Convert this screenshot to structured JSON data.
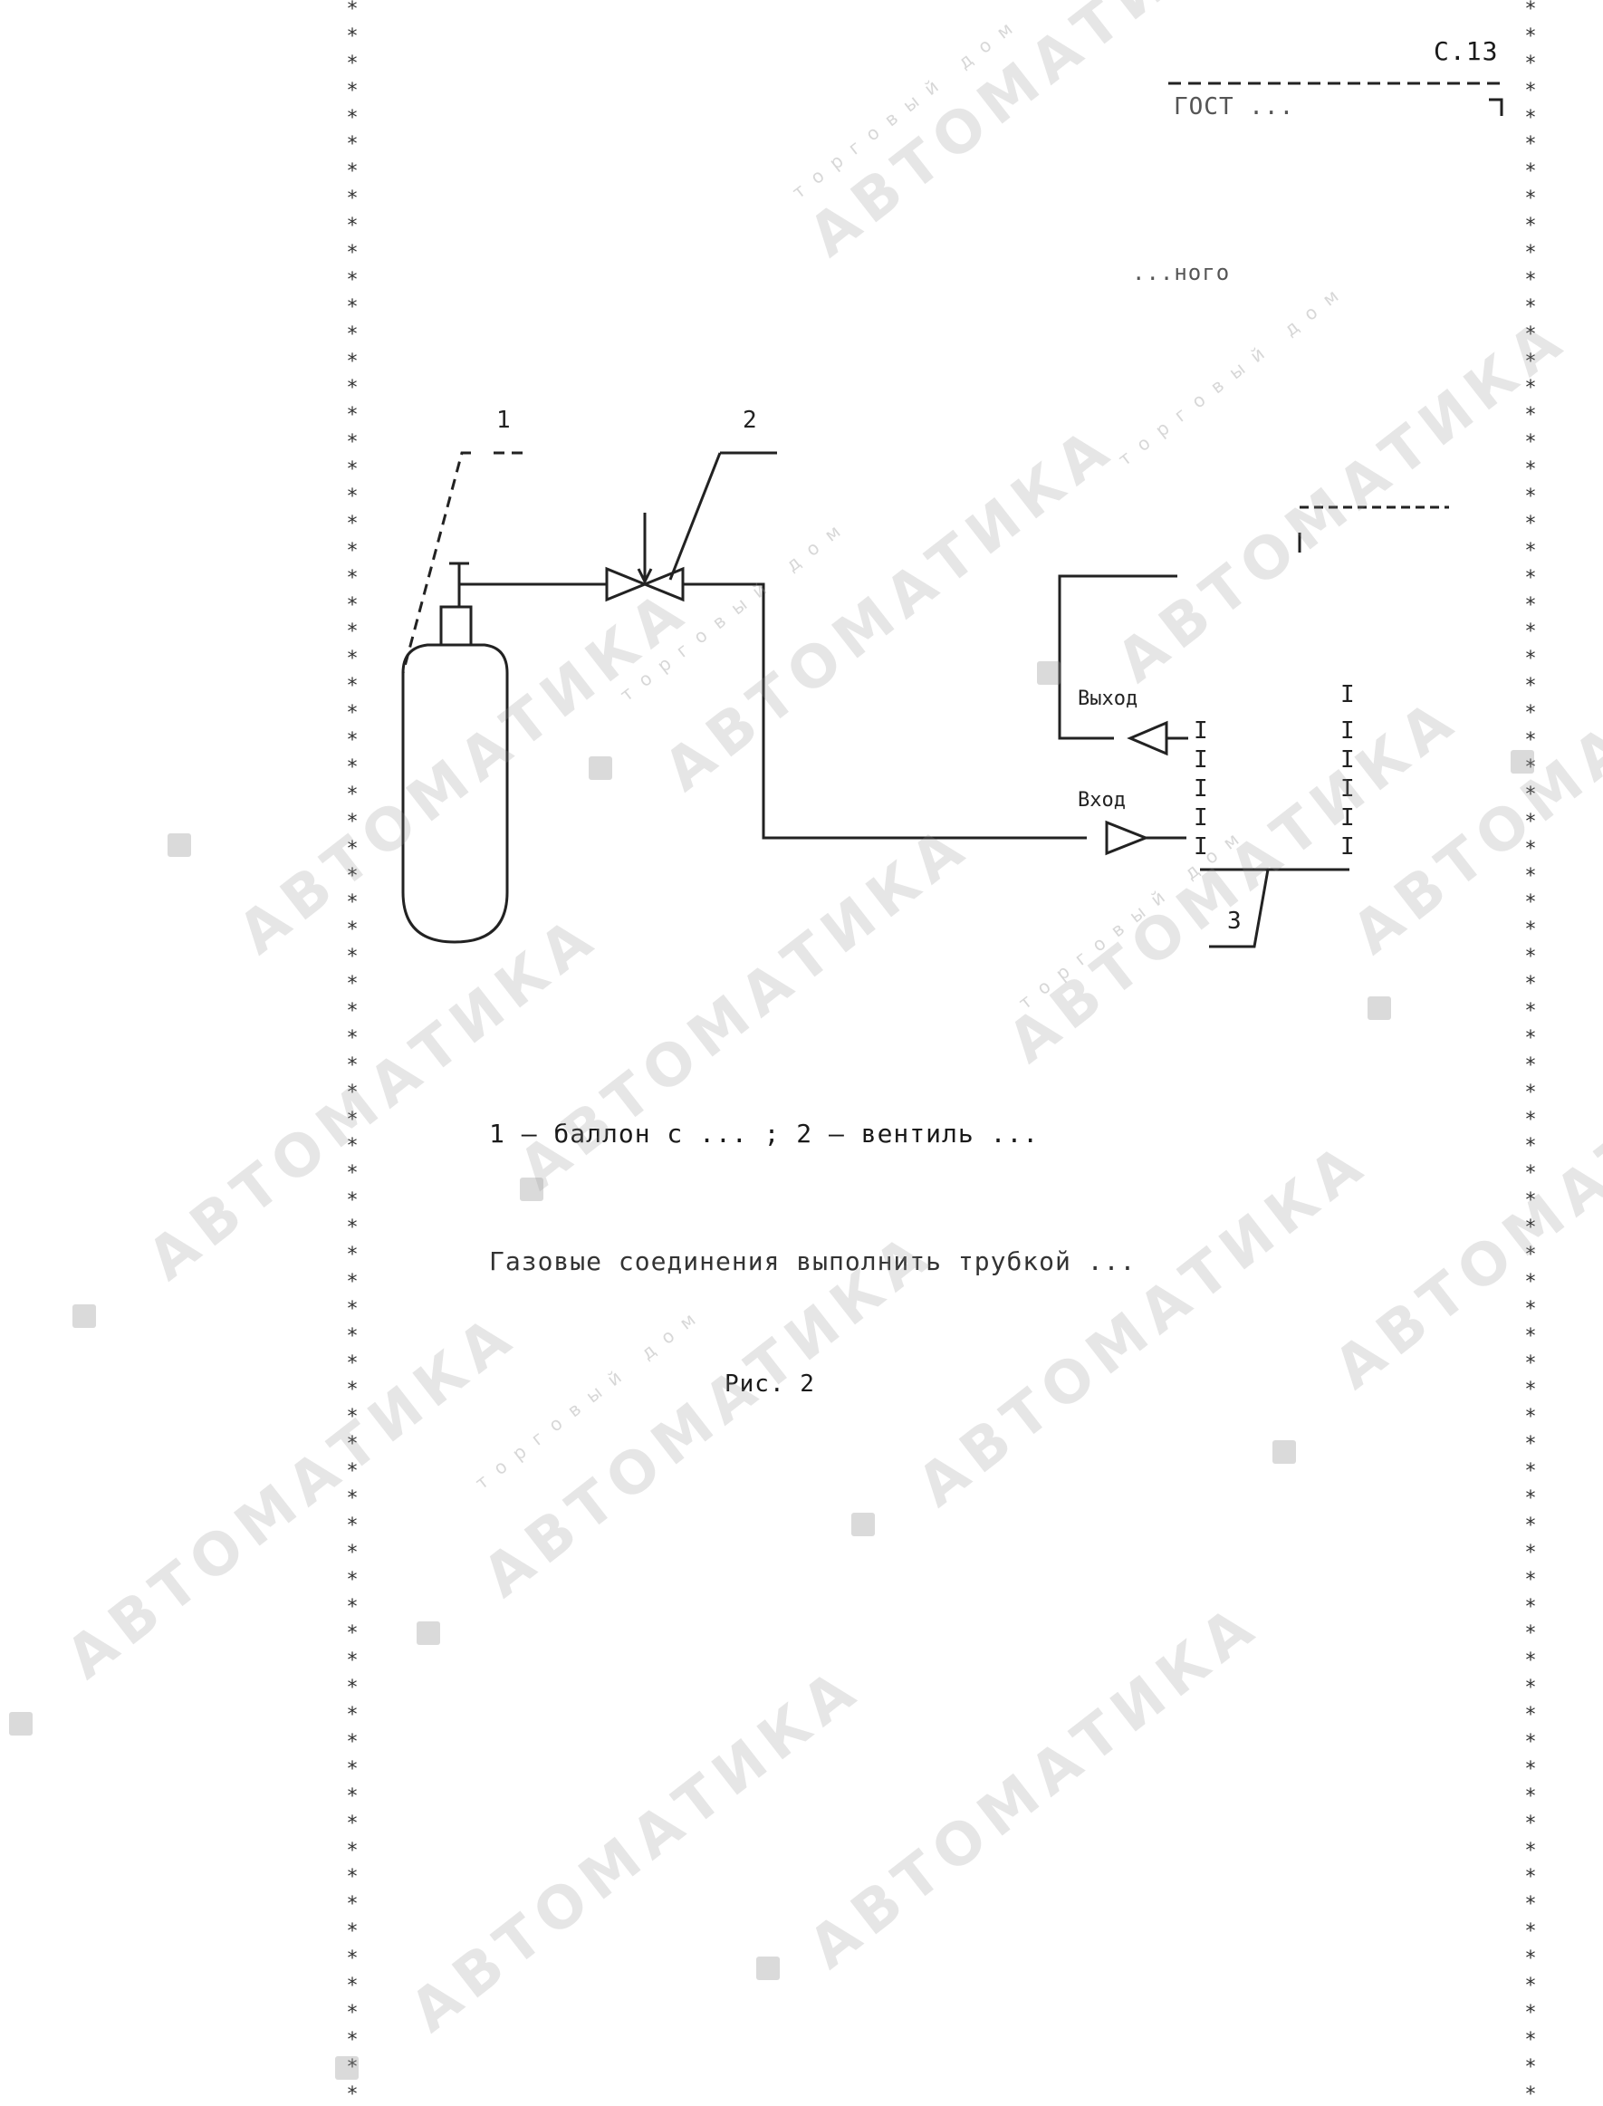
{
  "header": {
    "page_number": "С.13",
    "doc_code": "ГОСТ ...",
    "title_fragment": "...ного"
  },
  "diagram": {
    "callouts": [
      "1",
      "2",
      "3"
    ],
    "port_labels": [
      "Выход",
      "Вход"
    ]
  },
  "legend": "1 – баллон с ... ; 2 – вентиль ...",
  "note": "Газовые соединения выполнить трубкой ...",
  "caption": "Рис. 2",
  "watermark": {
    "brand": "АВТОМАТИКА",
    "sub": "торговый дом"
  }
}
